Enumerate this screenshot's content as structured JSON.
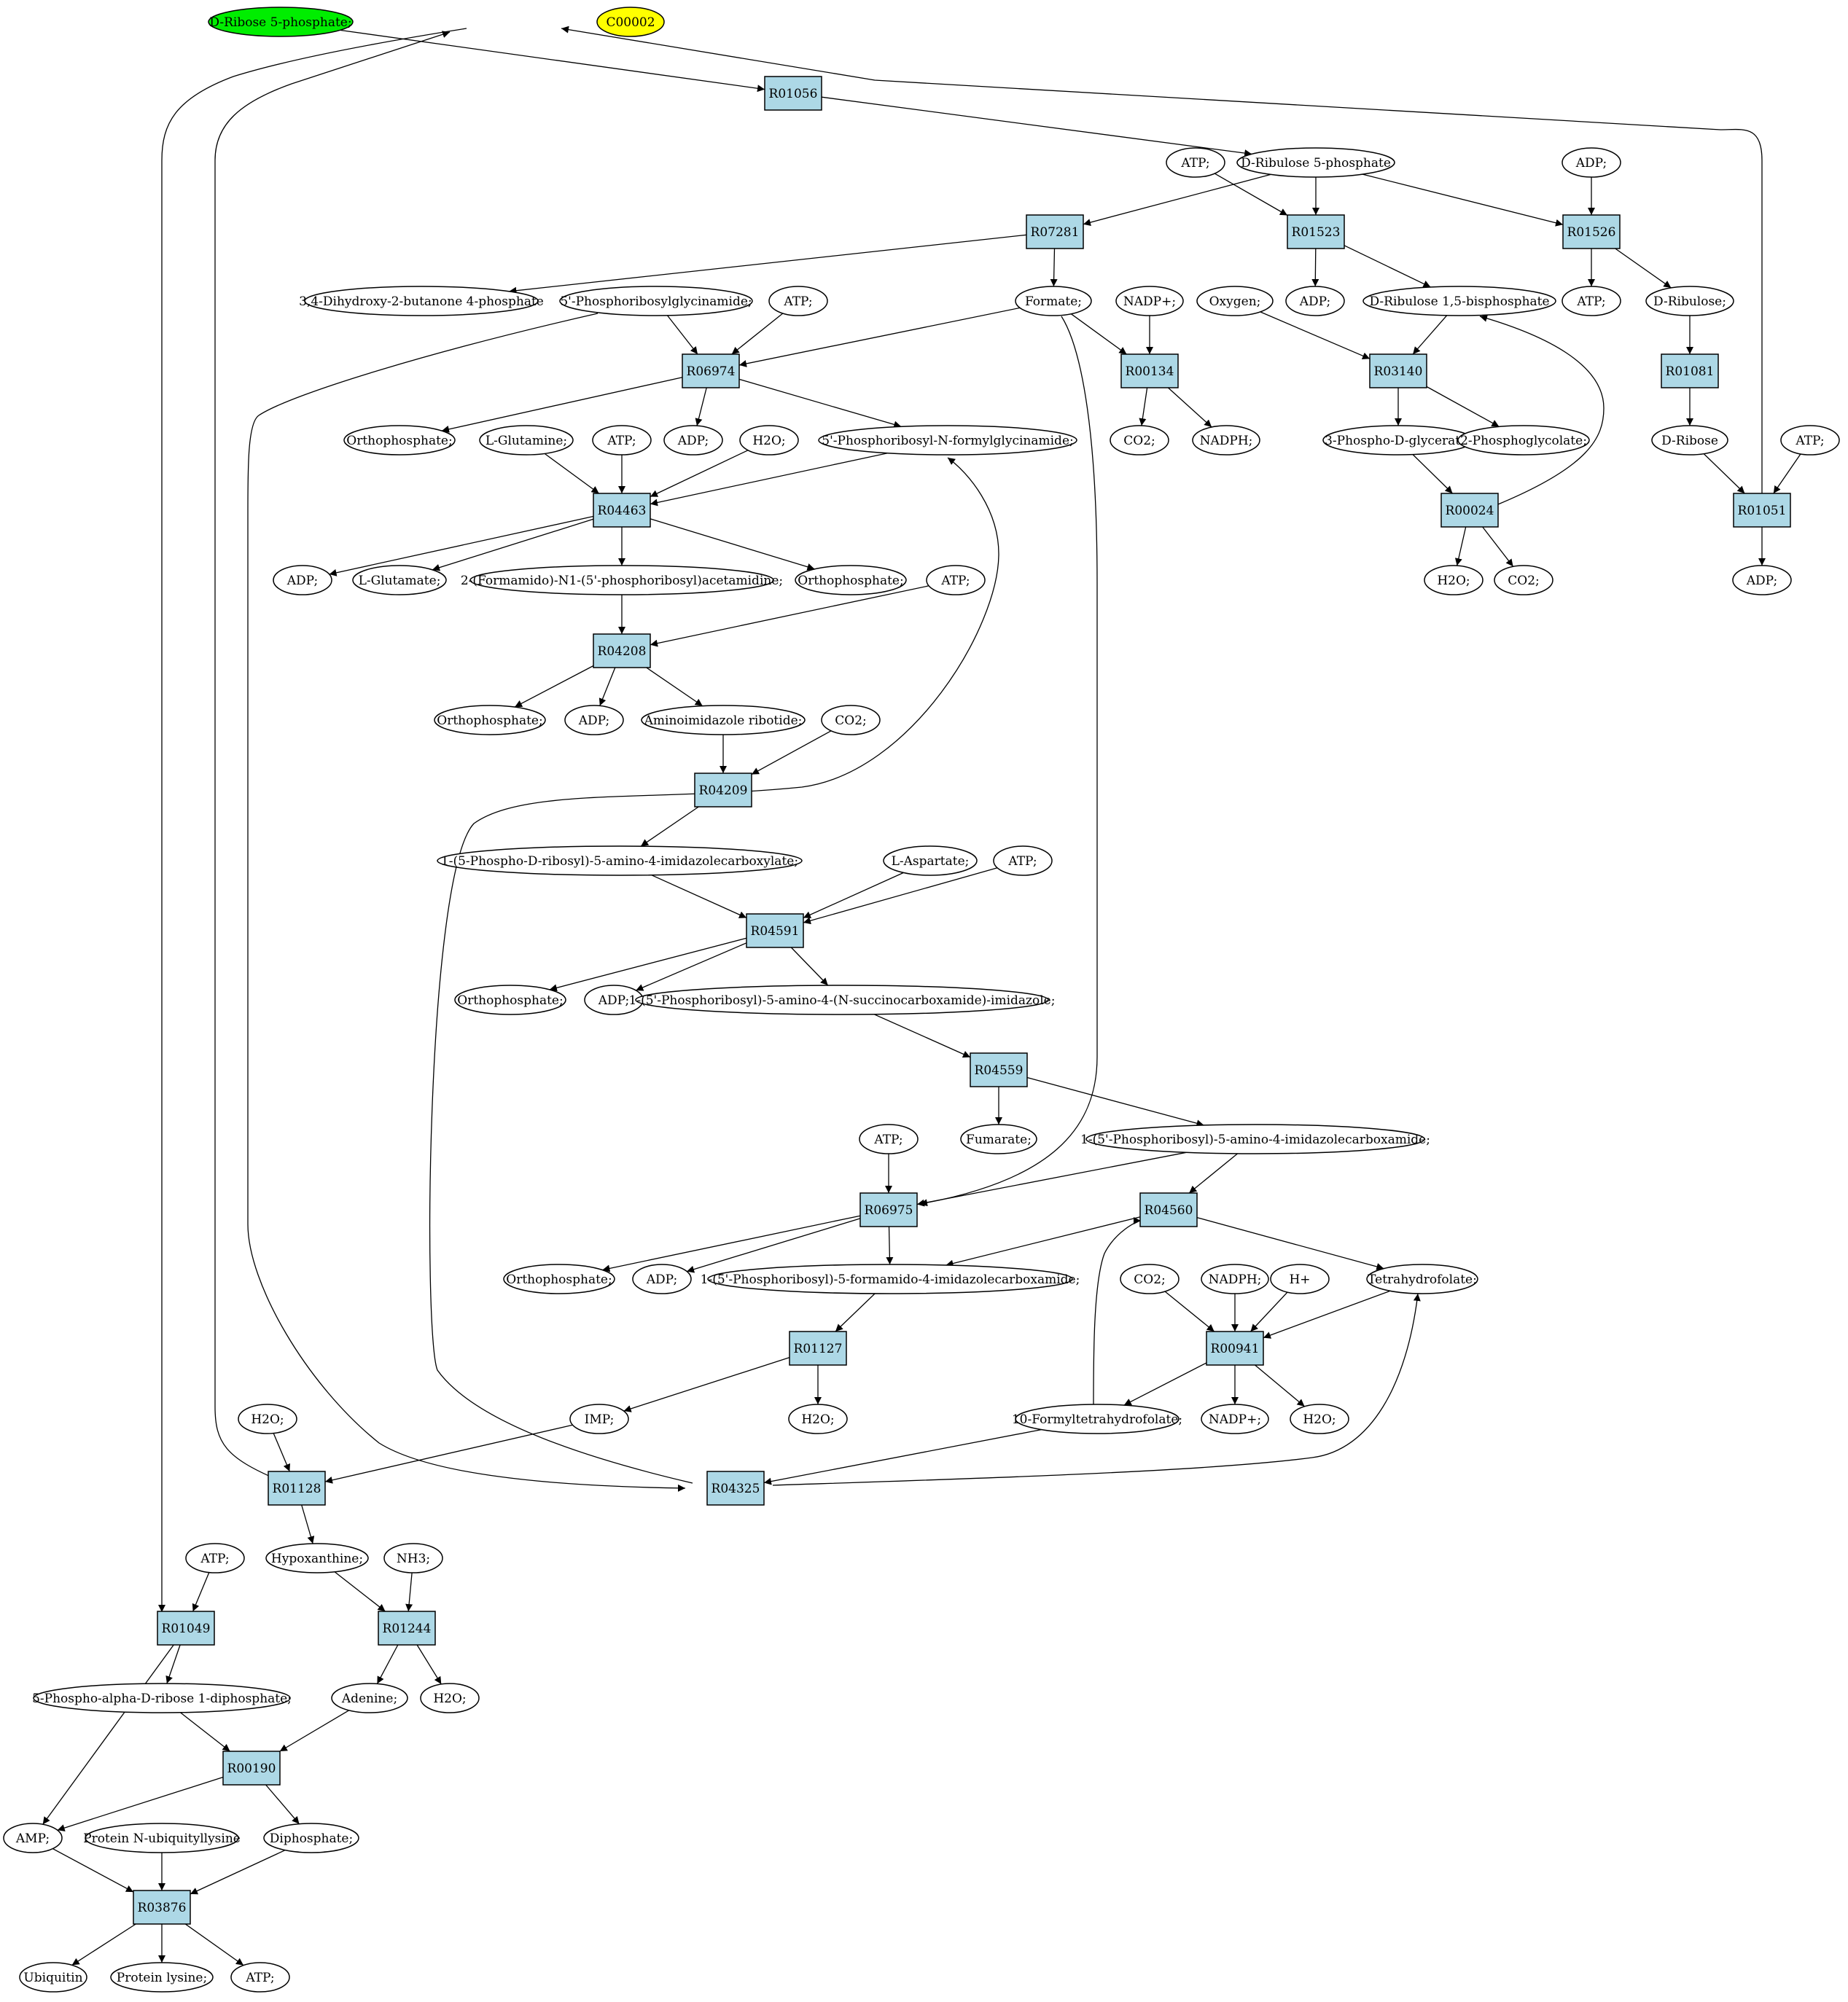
{
  "colors": {
    "compound_fill": "#ffffff",
    "reaction_fill": "#add8e6",
    "highlight_green": "#00ee00",
    "highlight_yellow": "#ffff00",
    "stroke": "#000000"
  },
  "compounds": {
    "c_ribose5p": {
      "label": "D-Ribose 5-phosphate;",
      "fill": "#00ee00"
    },
    "c_c00002": {
      "label": "C00002",
      "fill": "#ffff00"
    },
    "c_atp1": {
      "label": "ATP;"
    },
    "c_ribulose5p": {
      "label": "D-Ribulose 5-phosphate"
    },
    "c_adp1": {
      "label": "ADP;"
    },
    "c_dihydroxy": {
      "label": "3,4-Dihydroxy-2-butanone 4-phosphate"
    },
    "c_prgly": {
      "label": "5'-Phosphoribosylglycinamide;"
    },
    "c_atp2": {
      "label": "ATP;"
    },
    "c_formate": {
      "label": "Formate;"
    },
    "c_nadp1": {
      "label": "NADP+;"
    },
    "c_oxygen": {
      "label": "Oxygen;"
    },
    "c_adp2": {
      "label": "ADP;"
    },
    "c_rubp": {
      "label": "D-Ribulose 1,5-bisphosphate"
    },
    "c_atp3": {
      "label": "ATP;"
    },
    "c_ribulose": {
      "label": "D-Ribulose;"
    },
    "c_ortho1": {
      "label": "Orthophosphate;"
    },
    "c_lgln": {
      "label": "L-Glutamine;"
    },
    "c_atp4": {
      "label": "ATP;"
    },
    "c_adp3": {
      "label": "ADP;"
    },
    "c_h2o1": {
      "label": "H2O;"
    },
    "c_prfgly": {
      "label": "5'-Phosphoribosyl-N-formylglycinamide;"
    },
    "c_co2a": {
      "label": "CO2;"
    },
    "c_nadph1": {
      "label": "NADPH;"
    },
    "c_3pg": {
      "label": "3-Phospho-D-glycerate;"
    },
    "c_2pglyc": {
      "label": "2-Phosphoglycolate;"
    },
    "c_dribose": {
      "label": "D-Ribose"
    },
    "c_atp5": {
      "label": "ATP;"
    },
    "c_adp4": {
      "label": "ADP;"
    },
    "c_lglu": {
      "label": "L-Glutamate;"
    },
    "c_fgam": {
      "label": "2-(Formamido)-N1-(5'-phosphoribosyl)acetamidine;"
    },
    "c_ortho2": {
      "label": "Orthophosphate;"
    },
    "c_atp6": {
      "label": "ATP;"
    },
    "c_h2o2": {
      "label": "H2O;"
    },
    "c_co2b": {
      "label": "CO2;"
    },
    "c_adp5": {
      "label": "ADP;"
    },
    "c_ortho3": {
      "label": "Orthophosphate;"
    },
    "c_adp6": {
      "label": "ADP;"
    },
    "c_air": {
      "label": "Aminoimidazole ribotide;"
    },
    "c_co2c": {
      "label": "CO2;"
    },
    "c_cair": {
      "label": "1-(5-Phospho-D-ribosyl)-5-amino-4-imidazolecarboxylate;"
    },
    "c_lasp": {
      "label": "L-Aspartate;"
    },
    "c_atp7": {
      "label": "ATP;"
    },
    "c_ortho4": {
      "label": "Orthophosphate;"
    },
    "c_adp7": {
      "label": "ADP;"
    },
    "c_saicar": {
      "label": "1-(5'-Phosphoribosyl)-5-amino-4-(N-succinocarboxamide)-imidazole;"
    },
    "c_fumarate": {
      "label": "Fumarate;"
    },
    "c_atp8": {
      "label": "ATP;"
    },
    "c_aicar": {
      "label": "1-(5'-Phosphoribosyl)-5-amino-4-imidazolecarboxamide;"
    },
    "c_ortho5": {
      "label": "Orthophosphate;"
    },
    "c_adp8": {
      "label": "ADP;"
    },
    "c_faicar": {
      "label": "1-(5'-Phosphoribosyl)-5-formamido-4-imidazolecarboxamide;"
    },
    "c_co2d": {
      "label": "CO2;"
    },
    "c_nadph2": {
      "label": "NADPH;"
    },
    "c_hplus": {
      "label": "H+"
    },
    "c_thf": {
      "label": "Tetrahydrofolate;"
    },
    "c_h2o3": {
      "label": "H2O;"
    },
    "c_imp": {
      "label": "IMP;"
    },
    "c_h2o4": {
      "label": "H2O;"
    },
    "c_10fthf": {
      "label": "10-Formyltetrahydrofolate;"
    },
    "c_nadp2": {
      "label": "NADP+;"
    },
    "c_h2o5": {
      "label": "H2O;"
    },
    "c_atp9": {
      "label": "ATP;"
    },
    "c_hypox": {
      "label": "Hypoxanthine;"
    },
    "c_nh3": {
      "label": "NH3;"
    },
    "c_prpp": {
      "label": "5-Phospho-alpha-D-ribose 1-diphosphate;"
    },
    "c_adenine": {
      "label": "Adenine;"
    },
    "c_h2o6": {
      "label": "H2O;"
    },
    "c_amp": {
      "label": "AMP;"
    },
    "c_protub": {
      "label": "Protein N-ubiquityllysine"
    },
    "c_diphos": {
      "label": "Diphosphate;"
    },
    "c_ubiq": {
      "label": "Ubiquitin"
    },
    "c_protlys": {
      "label": "Protein lysine;"
    },
    "c_atp10": {
      "label": "ATP;"
    }
  },
  "reactions": {
    "R01056": {
      "label": "R01056"
    },
    "R07281": {
      "label": "R07281"
    },
    "R01523": {
      "label": "R01523"
    },
    "R01526": {
      "label": "R01526"
    },
    "R06974": {
      "label": "R06974"
    },
    "R00134": {
      "label": "R00134"
    },
    "R03140": {
      "label": "R03140"
    },
    "R01081": {
      "label": "R01081"
    },
    "R04463": {
      "label": "R04463"
    },
    "R00024": {
      "label": "R00024"
    },
    "R01051": {
      "label": "R01051"
    },
    "R04208": {
      "label": "R04208"
    },
    "R04209": {
      "label": "R04209"
    },
    "R04591": {
      "label": "R04591"
    },
    "R04559": {
      "label": "R04559"
    },
    "R06975": {
      "label": "R06975"
    },
    "R04560": {
      "label": "R04560"
    },
    "R01127": {
      "label": "R01127"
    },
    "R00941": {
      "label": "R00941"
    },
    "R01128": {
      "label": "R01128"
    },
    "R04325": {
      "label": "R04325"
    },
    "R01049": {
      "label": "R01049"
    },
    "R01244": {
      "label": "R01244"
    },
    "R00190": {
      "label": "R00190"
    },
    "R03876": {
      "label": "R03876"
    }
  },
  "edges": [
    [
      "c_ribose5p",
      "R01056"
    ],
    [
      "R01056",
      "c_ribulose5p"
    ],
    [
      "c_ribulose5p",
      "R07281"
    ],
    [
      "R07281",
      "c_dihydroxy"
    ],
    [
      "R07281",
      "c_formate"
    ],
    [
      "c_atp1",
      "R01523"
    ],
    [
      "c_ribulose5p",
      "R01523"
    ],
    [
      "R01523",
      "c_adp2"
    ],
    [
      "R01523",
      "c_rubp"
    ],
    [
      "c_adp1",
      "R01526"
    ],
    [
      "c_ribulose5p",
      "R01526"
    ],
    [
      "R01526",
      "c_atp3"
    ],
    [
      "R01526",
      "c_ribulose"
    ],
    [
      "c_prgly",
      "R06974"
    ],
    [
      "c_atp2",
      "R06974"
    ],
    [
      "c_formate",
      "R06974"
    ],
    [
      "R06974",
      "c_ortho1"
    ],
    [
      "R06974",
      "c_adp3"
    ],
    [
      "R06974",
      "c_prfgly"
    ],
    [
      "c_formate",
      "R00134"
    ],
    [
      "c_nadp1",
      "R00134"
    ],
    [
      "R00134",
      "c_co2a"
    ],
    [
      "R00134",
      "c_nadph1"
    ],
    [
      "c_oxygen",
      "R03140"
    ],
    [
      "c_rubp",
      "R03140"
    ],
    [
      "R03140",
      "c_3pg"
    ],
    [
      "R03140",
      "c_2pglyc"
    ],
    [
      "c_ribulose",
      "R01081"
    ],
    [
      "R01081",
      "c_dribose"
    ],
    [
      "c_lgln",
      "R04463"
    ],
    [
      "c_atp4",
      "R04463"
    ],
    [
      "c_h2o1",
      "R04463"
    ],
    [
      "c_prfgly",
      "R04463"
    ],
    [
      "R04463",
      "c_adp4"
    ],
    [
      "R04463",
      "c_lglu"
    ],
    [
      "R04463",
      "c_fgam"
    ],
    [
      "R04463",
      "c_ortho2"
    ],
    [
      "c_3pg",
      "R00024"
    ],
    [
      "R00024",
      "c_rubp"
    ],
    [
      "R00024",
      "c_h2o2"
    ],
    [
      "R00024",
      "c_co2b"
    ],
    [
      "c_dribose",
      "R01051"
    ],
    [
      "c_atp5",
      "R01051"
    ],
    [
      "R01051",
      "c_adp5"
    ],
    [
      "R01051",
      "c_ribose5p"
    ],
    [
      "c_fgam",
      "R04208"
    ],
    [
      "c_atp6",
      "R04208"
    ],
    [
      "R04208",
      "c_ortho3"
    ],
    [
      "R04208",
      "c_adp6"
    ],
    [
      "R04208",
      "c_air"
    ],
    [
      "c_air",
      "R04209"
    ],
    [
      "c_co2c",
      "R04209"
    ],
    [
      "R04209",
      "c_cair"
    ],
    [
      "c_cair",
      "R04591"
    ],
    [
      "c_lasp",
      "R04591"
    ],
    [
      "c_atp7",
      "R04591"
    ],
    [
      "R04591",
      "c_ortho4"
    ],
    [
      "R04591",
      "c_adp7"
    ],
    [
      "R04591",
      "c_saicar"
    ],
    [
      "c_saicar",
      "R04559"
    ],
    [
      "R04559",
      "c_fumarate"
    ],
    [
      "R04559",
      "c_aicar"
    ],
    [
      "c_atp8",
      "R06975"
    ],
    [
      "c_aicar",
      "R06975"
    ],
    [
      "c_formate",
      "R06975"
    ],
    [
      "R06975",
      "c_ortho5"
    ],
    [
      "R06975",
      "c_adp8"
    ],
    [
      "R06975",
      "c_faicar"
    ],
    [
      "c_aicar",
      "R04560"
    ],
    [
      "c_10fthf",
      "R04560"
    ],
    [
      "R04560",
      "c_faicar"
    ],
    [
      "R04560",
      "c_thf"
    ],
    [
      "c_faicar",
      "R01127"
    ],
    [
      "R01127",
      "c_imp"
    ],
    [
      "R01127",
      "c_h2o4"
    ],
    [
      "c_co2d",
      "R00941"
    ],
    [
      "c_nadph2",
      "R00941"
    ],
    [
      "c_hplus",
      "R00941"
    ],
    [
      "c_thf",
      "R00941"
    ],
    [
      "R00941",
      "c_10fthf"
    ],
    [
      "R00941",
      "c_nadp2"
    ],
    [
      "R00941",
      "c_h2o5"
    ],
    [
      "c_h2o3",
      "R01128"
    ],
    [
      "c_imp",
      "R01128"
    ],
    [
      "R01128",
      "c_ribose5p"
    ],
    [
      "R01128",
      "c_hypox"
    ],
    [
      "c_10fthf",
      "R04325"
    ],
    [
      "c_prgly",
      "R04325"
    ],
    [
      "R04325",
      "c_prfgly"
    ],
    [
      "R04325",
      "c_thf"
    ],
    [
      "c_ribose5p",
      "R01049"
    ],
    [
      "c_atp9",
      "R01049"
    ],
    [
      "R01049",
      "c_prpp"
    ],
    [
      "R01049",
      "c_amp"
    ],
    [
      "c_hypox",
      "R01244"
    ],
    [
      "c_nh3",
      "R01244"
    ],
    [
      "R01244",
      "c_adenine"
    ],
    [
      "R01244",
      "c_h2o6"
    ],
    [
      "c_prpp",
      "R00190"
    ],
    [
      "c_adenine",
      "R00190"
    ],
    [
      "R00190",
      "c_amp"
    ],
    [
      "R00190",
      "c_diphos"
    ],
    [
      "c_amp",
      "R03876"
    ],
    [
      "c_protub",
      "R03876"
    ],
    [
      "c_diphos",
      "R03876"
    ],
    [
      "R03876",
      "c_ubiq"
    ],
    [
      "R03876",
      "c_protlys"
    ],
    [
      "R03876",
      "c_atp10"
    ]
  ]
}
